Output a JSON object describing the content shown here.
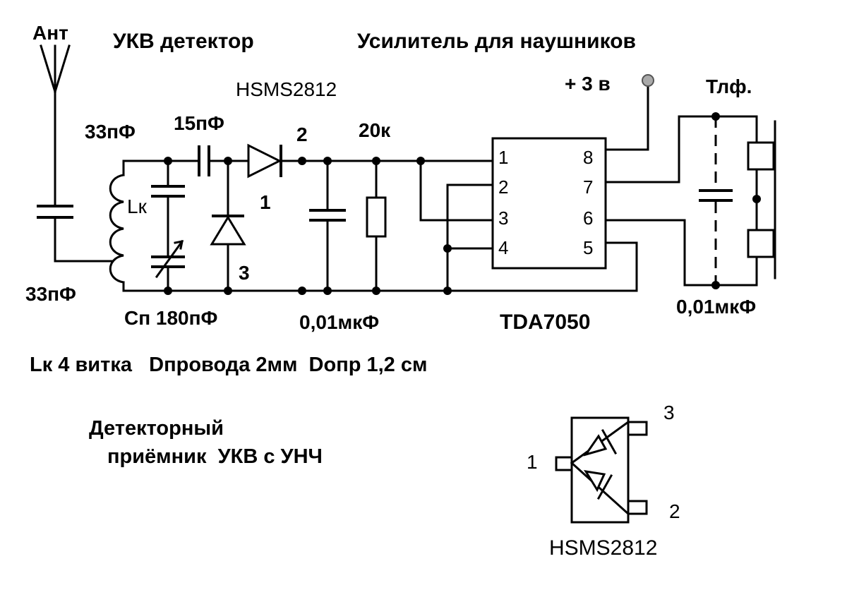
{
  "labels": {
    "ant": "Ант",
    "ukv_detector": "УКВ детектор",
    "amp_title": "Усилитель для наушников",
    "diode_top": "HSMS2812",
    "plus3v": "+ 3 в",
    "tlf": "Тлф.",
    "c33_top": "33пФ",
    "c15": "15пФ",
    "node2": "2",
    "r20k": "20к",
    "lk": "Lк",
    "d_node1": "1",
    "d_node3": "3",
    "c33_bottom": "33пФ",
    "cp180": "Сп 180пФ",
    "c001_a": "0,01мкФ",
    "tda": "TDA7050",
    "c001_b": "0,01мкФ",
    "coil_note": "Lк 4 витка   Dпровода 2мм  Dопр 1,2 см",
    "desc_line1": "Детекторный",
    "desc_line2": "приёмник  УКВ с УНЧ",
    "pkg_pin3": "3",
    "pkg_pin1": "1",
    "pkg_pin2": "2",
    "pkg_name": "HSMS2812"
  },
  "ic_pins_left": [
    "1",
    "2",
    "3",
    "4"
  ],
  "ic_pins_right": [
    "8",
    "7",
    "6",
    "5"
  ]
}
